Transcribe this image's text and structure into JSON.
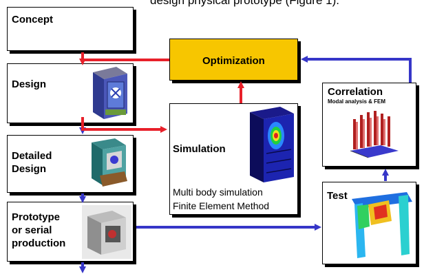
{
  "header": {
    "fragment": "design physical prototype (Figure 1)."
  },
  "boxes": {
    "concept": "Concept",
    "design": "Design",
    "detailed_design": [
      "Detailed",
      "Design"
    ],
    "prototype": [
      "Prototype",
      "or serial",
      "production"
    ],
    "optimization": "Optimization",
    "simulation": "Simulation",
    "simulation_methods": [
      "Multi body simulation",
      "Finite Element Method"
    ],
    "correlation": "Correlation",
    "correlation_sub": "Modal analysis & FEM",
    "test": "Test"
  },
  "colors": {
    "red_arrow": "#e8202a",
    "blue_arrow": "#3636c8",
    "optimization_fill": "#f7c600"
  }
}
